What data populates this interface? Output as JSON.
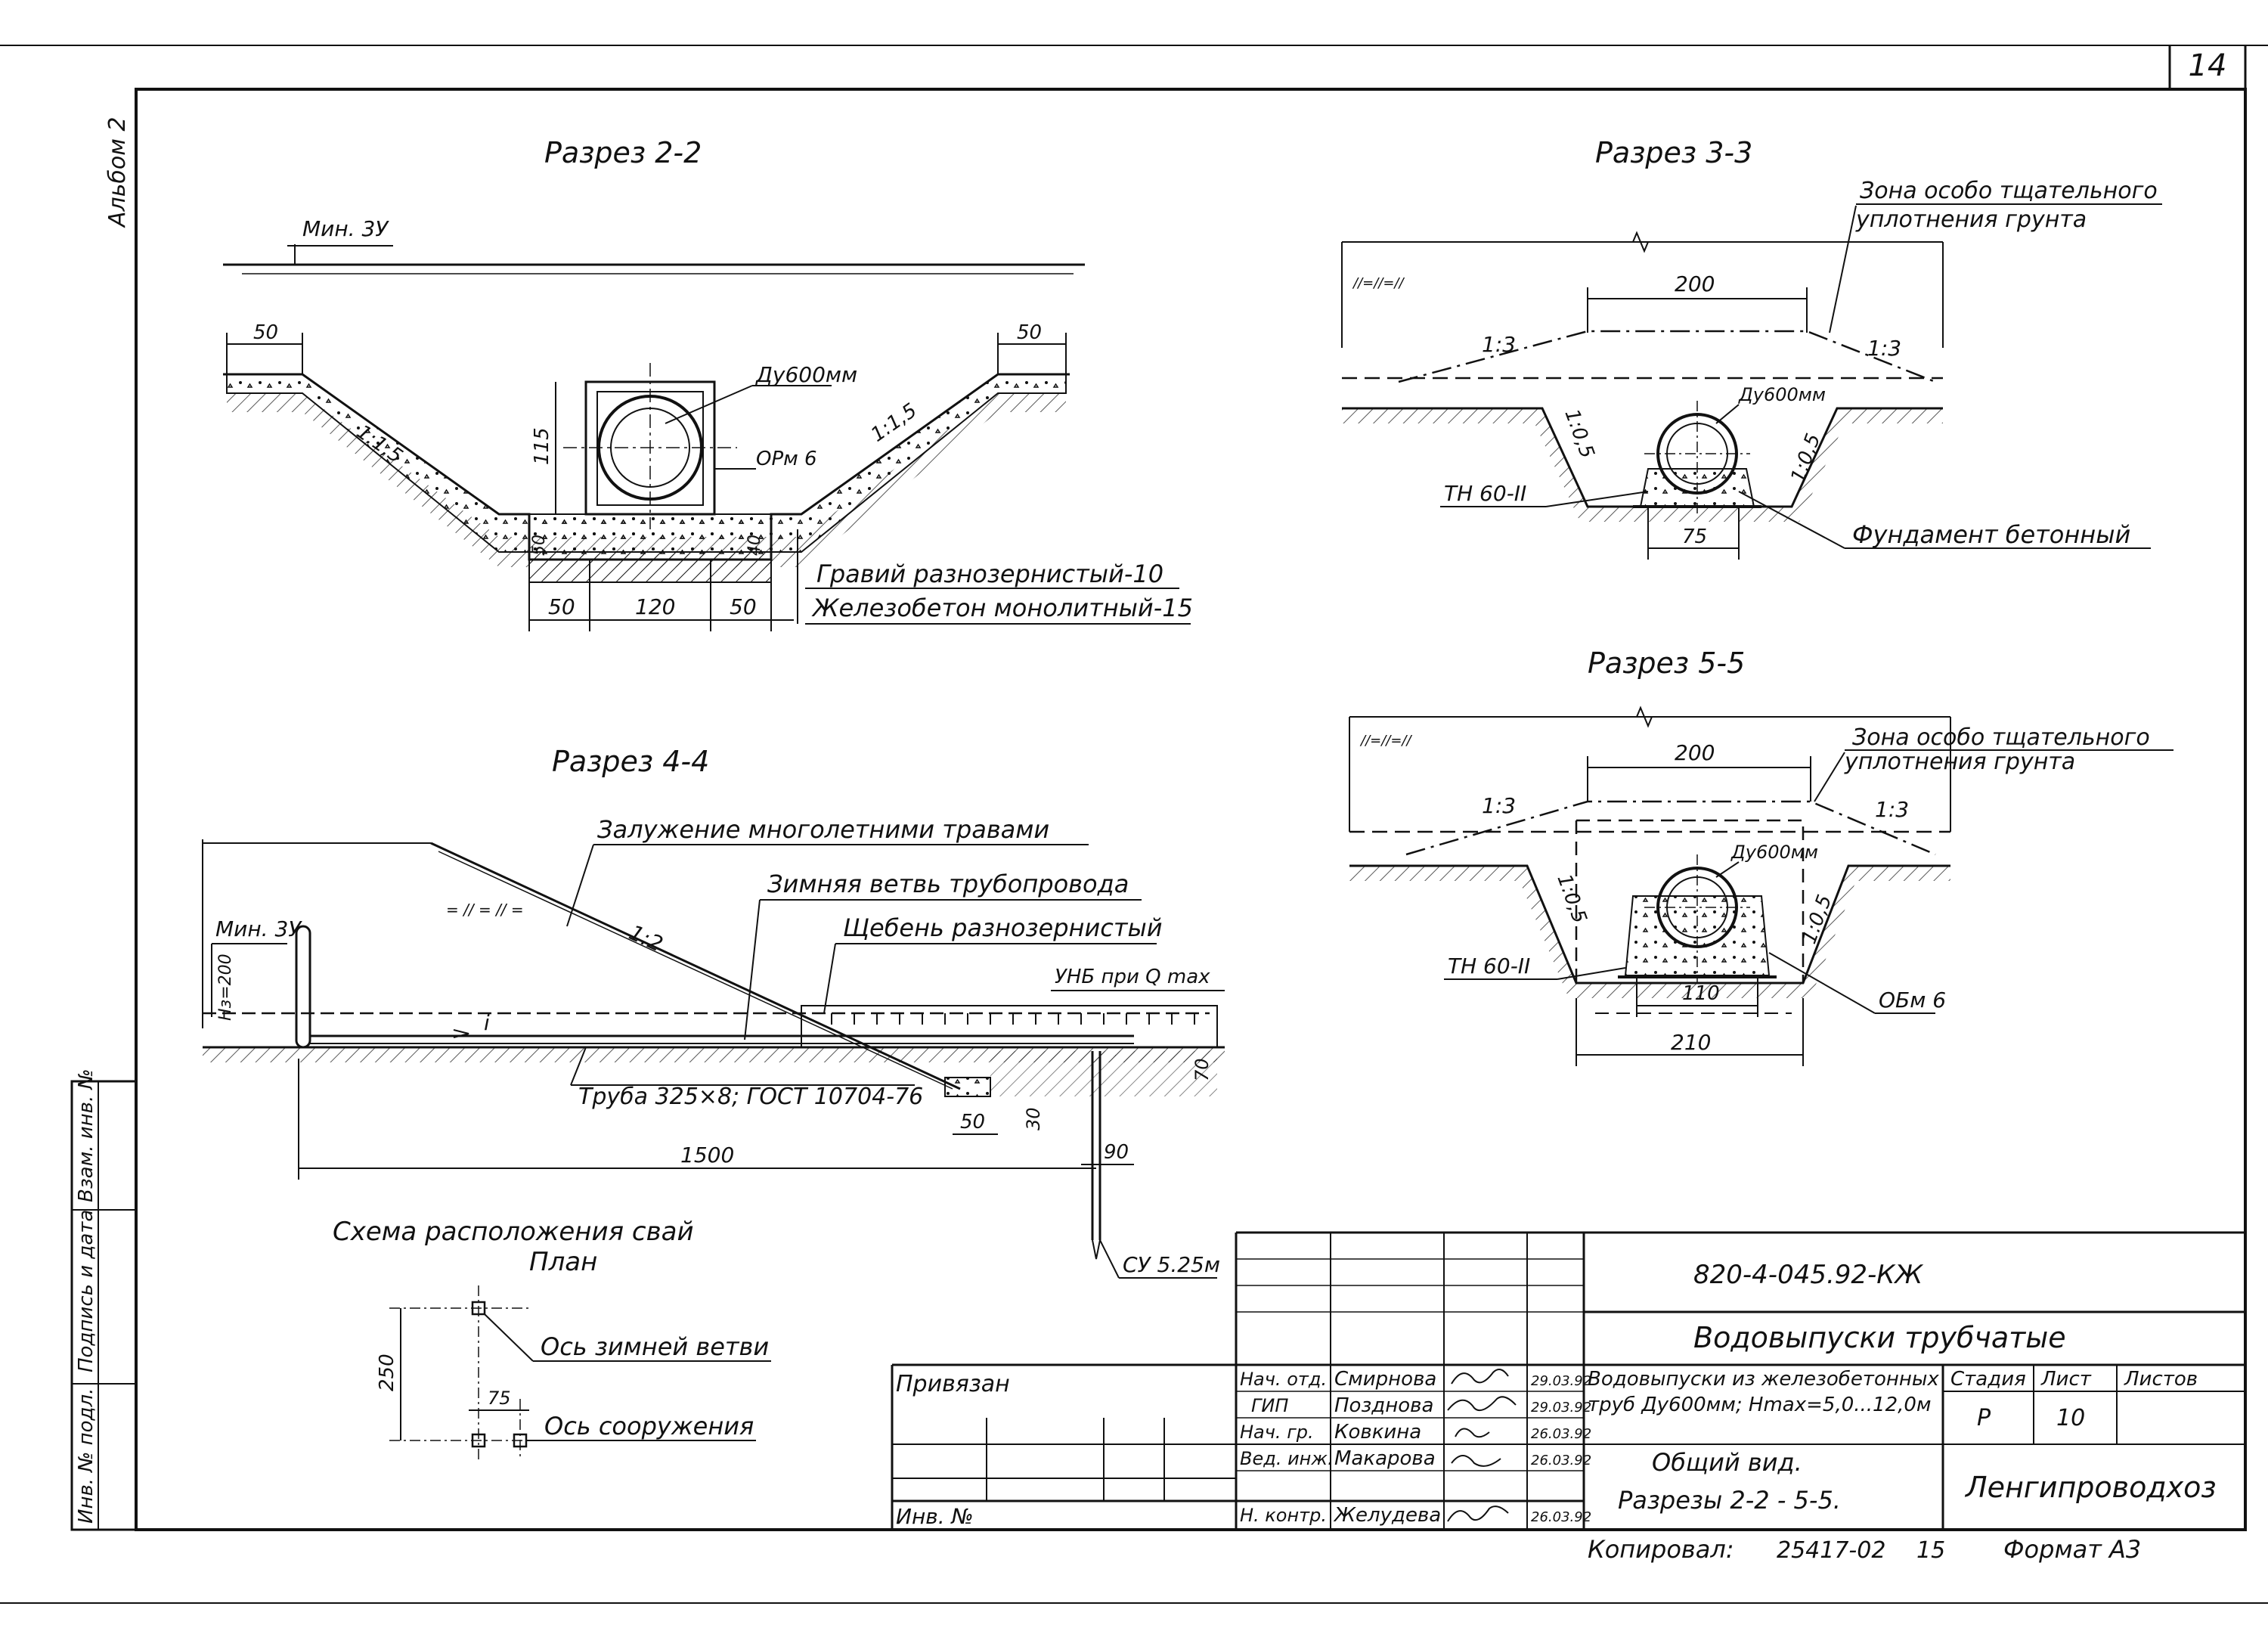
{
  "sheet": {
    "number": "14",
    "album": "Альбом 2"
  },
  "side_stamp": {
    "col1": "Инв. № подл.",
    "col2": "Подпись и дата",
    "col3": "Взам. инв. №"
  },
  "section22": {
    "title": "Разрез 2-2",
    "min_level": "Мин. 3У",
    "pipe": "Ду600мм",
    "reinf": "ОРм 6",
    "slope": "1:1,5",
    "height": "115",
    "dim_top_left": "50",
    "dim_top_right": "50",
    "dim_b1": "50",
    "dim_b2": "120",
    "dim_b3": "50",
    "dim_small_left": "50",
    "dim_small_right": "40",
    "note1": "Гравий разнозернистый-10",
    "note2": "Железобетон монолитный-15"
  },
  "section33": {
    "title": "Разрез 3-3",
    "zone_line1": "Зона особо тщательного",
    "zone_line2": "уплотнения грунта",
    "width": "200",
    "slope_top": "1:3",
    "slope_side": "1:0,5",
    "pipe": "Ду600мм",
    "support": "ТН 60-II",
    "base": "75",
    "foundation": "Фундамент бетонный"
  },
  "section55": {
    "title": "Разрез 5-5",
    "zone_line1": "Зона особо тщательного",
    "zone_line2": "уплотнения грунта",
    "width": "200",
    "slope_top": "1:3",
    "slope_side": "1:0,5",
    "pipe": "Ду600мм",
    "support": "ТН 60-II",
    "inner": "110",
    "outer": "210",
    "reinf": "ОБм 6"
  },
  "section44": {
    "title": "Разрез 4-4",
    "grass": "Залужение многолетними травами",
    "winter_branch": "Зимняя ветвь трубопровода",
    "gravel": "Щебень разнозернистый",
    "level": "УНБ при Q max",
    "min_level": "Мин. 3У",
    "hz": "Hз=200",
    "slope": "1:2",
    "flow": "i",
    "pipe_spec": "Труба 325×8; ГОСТ 10704-76",
    "length": "1500",
    "d50": "50",
    "d30": "30",
    "d70": "70",
    "d90": "90",
    "pile": "СУ 5.25м"
  },
  "pile_plan": {
    "title1": "Схема расположения свай",
    "title2": "План",
    "axis_winter": "Ось зимней ветви",
    "axis_structure": "Ось сооружения",
    "dim_250": "250",
    "dim_75": "75"
  },
  "title_block": {
    "code": "820-4-045.92-КЖ",
    "name": "Водовыпуски трубчатые",
    "desc1": "Водовыпуски из железобетонных",
    "desc2": "труб Ду600мм; Hmax=5,0...12,0м",
    "stage_h": "Стадия",
    "sheet_h": "Лист",
    "sheets_h": "Листов",
    "stage": "Р",
    "sheet": "10",
    "view1": "Общий вид.",
    "view2": "Разрезы 2-2 - 5-5.",
    "org": "Ленгипроводхоз",
    "bound": "Привязан",
    "inv": "Инв. №",
    "roles": [
      "Нач. отд.",
      "ГИП",
      "Нач. гр.",
      "Вед. инж.",
      "Н. контр."
    ],
    "names": [
      "Смирнова",
      "Позднова",
      "Ковкина",
      "Макарова",
      "Желудева"
    ],
    "dates": [
      "29.03.92",
      "29.03.92",
      "26.03.92",
      "26.03.92",
      "26.03.92"
    ],
    "copied": "Копировал:",
    "copy_no": "25417-02",
    "copy_sheet": "15",
    "format": "Формат А3"
  }
}
